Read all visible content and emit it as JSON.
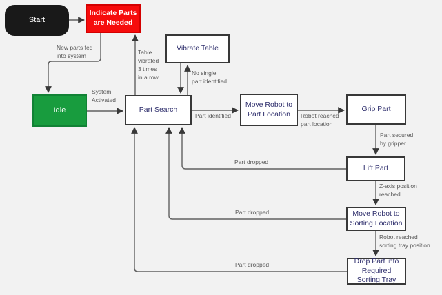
{
  "diagram": {
    "type": "flowchart-state-machine",
    "background_color": "#f2f2f2",
    "edge_color": "#616161",
    "arrowhead_color": "#383838",
    "label_color": "#5a5a5a",
    "nodes": {
      "start": {
        "label": "Start",
        "fill": "#191919",
        "text_color": "#ffffff",
        "shape": "rounded-rect"
      },
      "indicate_parts": {
        "label": "Indicate Parts\nare Needed",
        "fill": "#f60c0c",
        "text_color": "#ffffff",
        "shape": "rect"
      },
      "idle": {
        "label": "Idle",
        "fill": "#189c3e",
        "text_color": "#ffffff",
        "shape": "rect"
      },
      "vibrate_table": {
        "label": "Vibrate Table",
        "fill": "#ffffff",
        "text_color": "#2e2e6c",
        "shape": "rect"
      },
      "part_search": {
        "label": "Part Search",
        "fill": "#ffffff",
        "text_color": "#2e2e6c",
        "shape": "rect"
      },
      "move_robot_part": {
        "label": "Move Robot to\nPart Location",
        "fill": "#ffffff",
        "text_color": "#2e2e6c",
        "shape": "rect"
      },
      "grip_part": {
        "label": "Grip Part",
        "fill": "#ffffff",
        "text_color": "#2e2e6c",
        "shape": "rect"
      },
      "lift_part": {
        "label": "Lift Part",
        "fill": "#ffffff",
        "text_color": "#2e2e6c",
        "shape": "rect"
      },
      "move_robot_sorting": {
        "label": "Move Robot to\nSorting Location",
        "fill": "#ffffff",
        "text_color": "#2e2e6c",
        "shape": "rect"
      },
      "drop_part": {
        "label": "Drop Part into\nRequired\nSorting Tray",
        "fill": "#ffffff",
        "text_color": "#2e2e6c",
        "shape": "rect"
      }
    },
    "edges": [
      {
        "from": "start",
        "to": "indicate_parts",
        "label": ""
      },
      {
        "from": "indicate_parts",
        "to": "idle",
        "label": "New parts fed\ninto system"
      },
      {
        "from": "part_search",
        "to": "indicate_parts",
        "label": "Table\nvibrated\n3 times\nin a row"
      },
      {
        "from": "vibrate_table",
        "to": "part_search",
        "label": ""
      },
      {
        "from": "part_search",
        "to": "vibrate_table",
        "label": "No single\npart identified"
      },
      {
        "from": "idle",
        "to": "part_search",
        "label": "System\nActivated"
      },
      {
        "from": "part_search",
        "to": "move_robot_part",
        "label": "Part identified"
      },
      {
        "from": "move_robot_part",
        "to": "grip_part",
        "label": "Robot reached\npart location"
      },
      {
        "from": "grip_part",
        "to": "lift_part",
        "label": "Part secured\nby gripper"
      },
      {
        "from": "lift_part",
        "to": "move_robot_sorting",
        "label": "Z-axis position\nreached"
      },
      {
        "from": "move_robot_sorting",
        "to": "drop_part",
        "label": "Robot reached\nsorting tray position"
      },
      {
        "from": "lift_part",
        "to": "part_search",
        "label": "Part dropped"
      },
      {
        "from": "move_robot_sorting",
        "to": "part_search",
        "label": "Part dropped"
      },
      {
        "from": "drop_part",
        "to": "part_search",
        "label": "Part dropped"
      }
    ]
  }
}
